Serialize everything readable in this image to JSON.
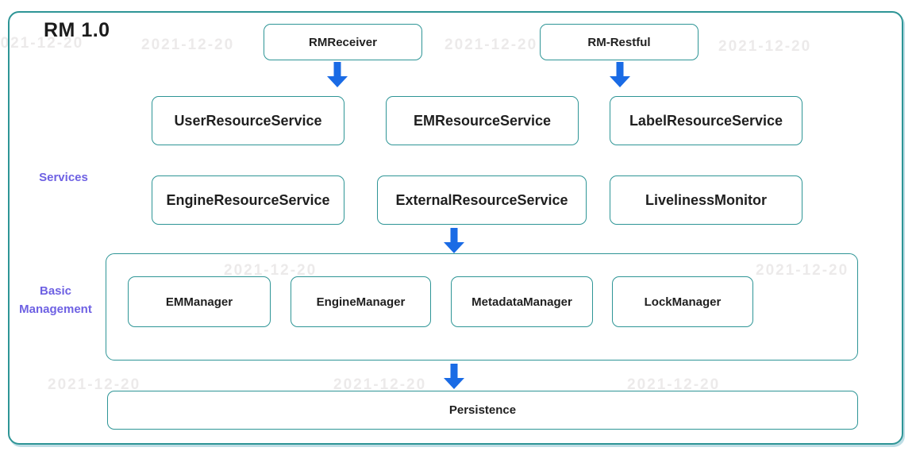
{
  "title": "RM 1.0",
  "groups": {
    "services_label": "Services",
    "basic_management_label": "Basic Management"
  },
  "nodes": {
    "rm_receiver": "RMReceiver",
    "rm_restful": "RM-Restful",
    "user_resource_service": "UserResourceService",
    "em_resource_service": "EMResourceService",
    "label_resource_service": "LabelResourceService",
    "engine_resource_service": "EngineResourceService",
    "external_resource_service": "ExternalResourceService",
    "liveliness_monitor": "LivelinessMonitor",
    "em_manager": "EMManager",
    "engine_manager": "EngineManager",
    "metadata_manager": "MetadataManager",
    "lock_manager": "LockManager",
    "persistence": "Persistence"
  },
  "edges": [
    {
      "from": "RMReceiver",
      "to": "services row"
    },
    {
      "from": "RM-Restful",
      "to": "services row"
    },
    {
      "from": "services row",
      "to": "basic management"
    },
    {
      "from": "basic management",
      "to": "Persistence"
    }
  ],
  "colors": {
    "node_border": "#2e9596",
    "arrow": "#1a6be5",
    "group_label": "#6e61e3",
    "title_text": "#1b1b1b"
  },
  "watermark": {
    "text": "2021-12-20"
  }
}
